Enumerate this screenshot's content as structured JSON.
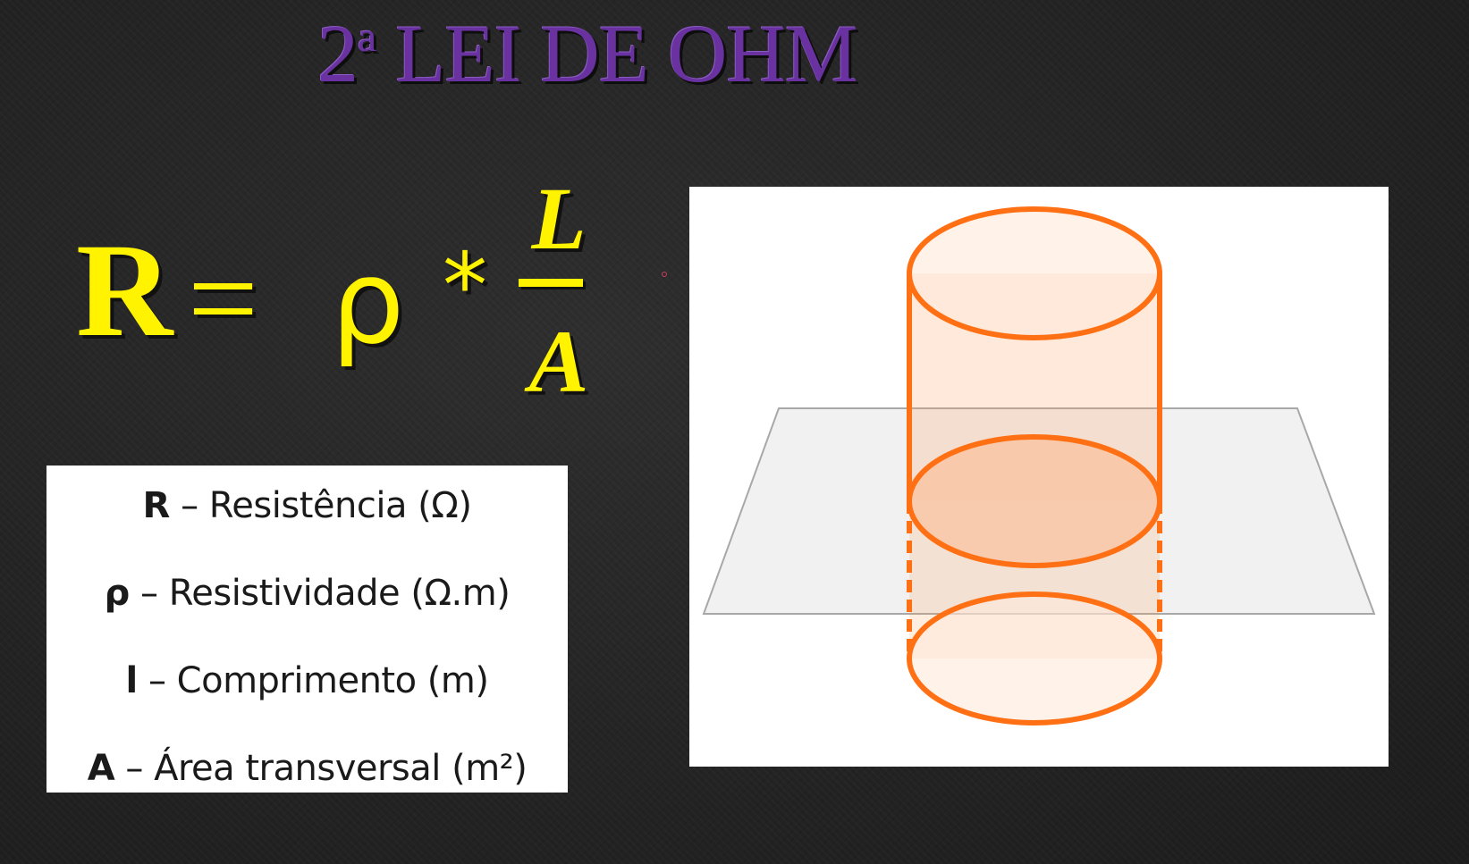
{
  "title": {
    "prefix": "2",
    "superscript": "a",
    "text": " LEI DE OHM"
  },
  "formula": {
    "lhs": "R",
    "equals": "=",
    "rho": "ρ",
    "times": "*",
    "numerator": "L",
    "denominator": "A"
  },
  "legend": [
    {
      "symbol": "R",
      "separator": " – ",
      "description": "Resistência (Ω)"
    },
    {
      "symbol": "ρ",
      "separator": " – ",
      "description": "Resistividade (Ω.m)"
    },
    {
      "symbol": "l",
      "separator": " – ",
      "description": "Comprimento (m)"
    },
    {
      "symbol": "A",
      "separator": " – ",
      "description": "Área transversal (m²)"
    }
  ],
  "colors": {
    "title": "#6a32a0",
    "formula": "#fff300",
    "cylinder": "#ff7a1a",
    "plane": "#f0f0f0"
  }
}
